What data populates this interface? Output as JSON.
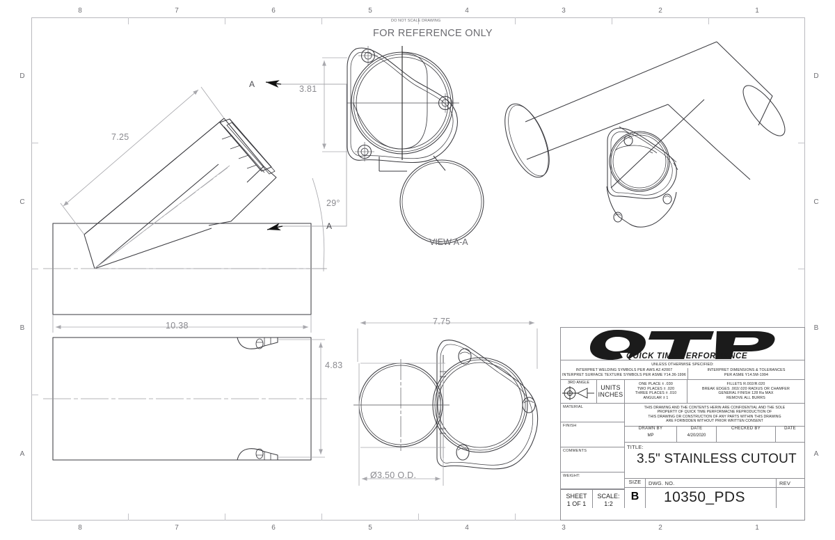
{
  "sheet": {
    "zones_top": [
      "8",
      "7",
      "6",
      "5",
      "4",
      "3",
      "2",
      "1"
    ],
    "zones_bottom": [
      "8",
      "7",
      "6",
      "5",
      "4",
      "3",
      "2",
      "1"
    ],
    "zones_left": [
      "D",
      "C",
      "B",
      "A"
    ],
    "zones_right": [
      "D",
      "C",
      "B",
      "A"
    ]
  },
  "notes": {
    "do_not_scale": "DO NOT SCALE DRAWING",
    "reference_only": "FOR REFERENCE ONLY",
    "view_aa": "VIEW A-A",
    "section_letter_top": "A",
    "section_letter_bottom": "A"
  },
  "dimensions": {
    "length_overall": "10.38",
    "tube_length_angled": "7.25",
    "angle": "29°",
    "flange_bolt_span": "3.81",
    "height": "4.83",
    "width_overall": "7.75",
    "diameter": "Ø3.50 O.D."
  },
  "title_block": {
    "logo_main": "QTP",
    "logo_tagline": "QUICK TIME PERFORMANCE",
    "unless_specified": "UNLESS OTHERWISE SPECIFIED:",
    "weld_note_1": "INTERPRET WELDING SYMBOLS PER AWS A2.42007",
    "weld_note_2": "INTERPRET SURFACE TEXTURE SYMBOLS PER ASME Y14.36-1996",
    "proj_label": "3RD ANGLE",
    "units_label": "UNITS",
    "units_value": "INCHES",
    "tol_1": "ONE PLACE ± .030",
    "tol_2": "TWO PLACES ± .020",
    "tol_3": "THREE PLACES ± .010",
    "tol_4": "ANGULAR ± 1",
    "dim_note_1": "INTERPRET DIMENSIONS & TOLERANCES",
    "dim_note_2": "PER ASME Y14.5M-1994",
    "dim_note_3": "FILLETS R.002/R.020",
    "dim_note_4": "BREAK EDGES .002/.020 RADIUS OR CHAMFER",
    "dim_note_5": "GENERAL FINISH 128 Ra MAX",
    "dim_note_6": "REMOVE ALL BURRS",
    "conf_1": "THIS DRAWING AND THE CONTENTS HERIN ARE CONFIDENTIAL AND THE SOLE",
    "conf_2": "PROPERTY OF QUICK TIME PERFORMACNE REPRODUCTION OF",
    "conf_3": "THIS DRAWING OR CONSTRUCTION OF ANY PARTS WITHIN THIS DRAWING",
    "conf_4": "ARE FORBIDDEN WITHOUT PRIOR WRITTEN CONSENT",
    "material_label": "MATERIAL",
    "material_value": "",
    "finish_label": "FINISH",
    "finish_value": "",
    "comments_label": "COMMENTS",
    "comments_value": "",
    "weight_label": "WEIGHT:",
    "weight_value": "",
    "drawn_by_label": "DRAWN BY",
    "drawn_by_value": "MP",
    "drawn_date_label": "DATE",
    "drawn_date_value": "4/20/2020",
    "checked_by_label": "CHECKED BY",
    "checked_by_value": "",
    "checked_date_label": "DATE",
    "checked_date_value": "",
    "title_label": "TITLE:",
    "title_value": "3.5\" STAINLESS CUTOUT",
    "sheet_label": "SHEET",
    "sheet_value": "1 OF 1",
    "scale_label": "SCALE:",
    "scale_value": "1:2",
    "size_label": "SIZE",
    "size_value": "B",
    "dwg_no_label": "DWG. NO.",
    "dwg_no_value": "10350_PDS",
    "rev_label": "REV",
    "rev_value": ""
  },
  "colors": {
    "line": "#3a3a3f",
    "dim_line": "#a8a8ad",
    "frame": "#b9b9be",
    "text": "#222222"
  }
}
